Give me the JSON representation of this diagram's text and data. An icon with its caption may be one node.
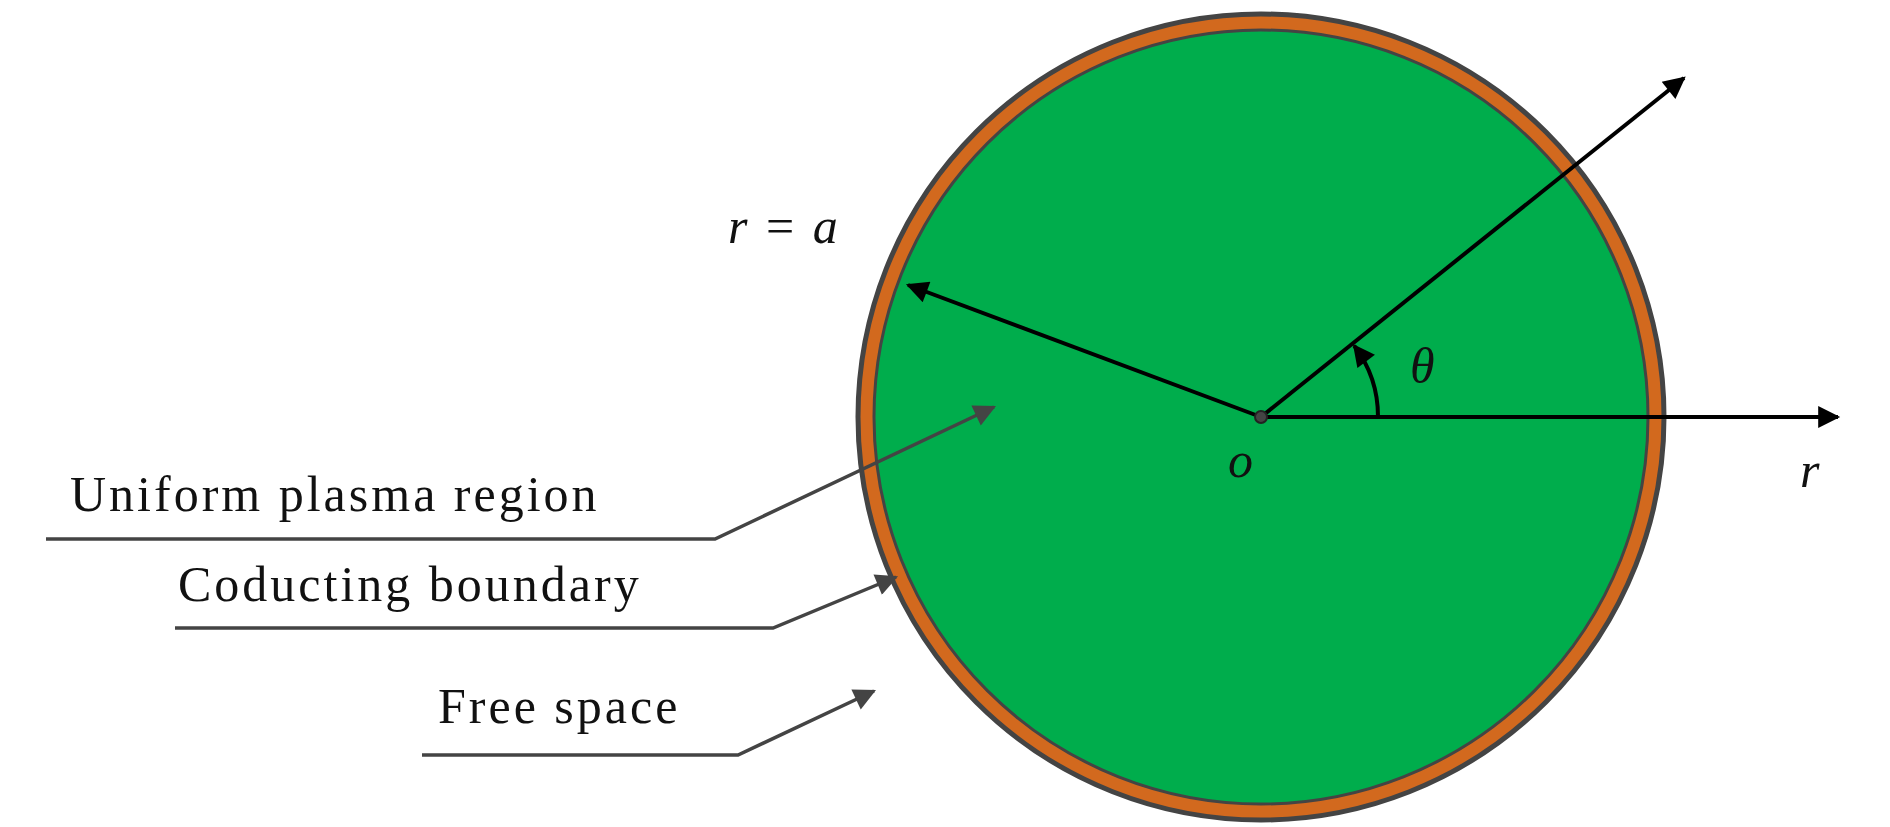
{
  "diagram": {
    "nodes": [
      {
        "text": [
          "Uniform plasma region"
        ]
      },
      {
        "text": [
          "Coducting boundary"
        ]
      },
      {
        "text": [
          "Free space"
        ]
      },
      {
        "text": [],
        "shape": "circle"
      },
      {
        "text": [],
        "shape": "circle"
      }
    ],
    "edges": [
      {
        "from": 0,
        "to": 4,
        "arrow": "to"
      },
      {
        "from": 1,
        "to": 3,
        "arrow": "to"
      },
      {
        "from": 2,
        "to": null,
        "arrow": "to"
      }
    ],
    "labels": [
      "*r* = *a*",
      "θ",
      "o",
      "r"
    ]
  }
}
